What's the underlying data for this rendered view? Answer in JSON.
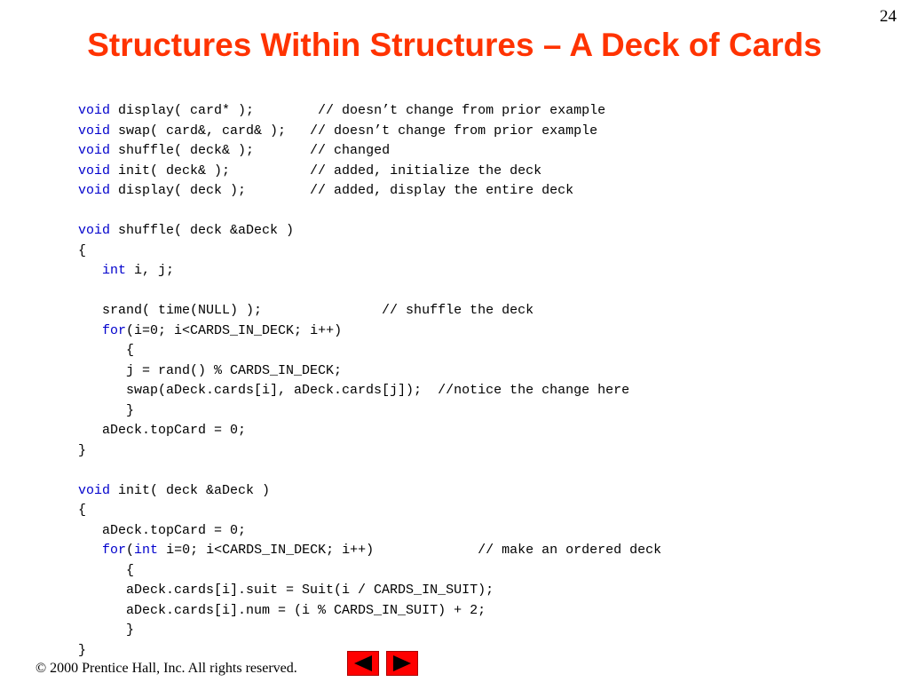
{
  "slide_number": "24",
  "title": "Structures Within Structures – A Deck of Cards",
  "code_lines": [
    [
      {
        "t": "void",
        "k": true
      },
      {
        "t": " display( card* );        // doesn’t change from prior example"
      }
    ],
    [
      {
        "t": "void",
        "k": true
      },
      {
        "t": " swap( card&, card& );   // doesn’t change from prior example"
      }
    ],
    [
      {
        "t": "void",
        "k": true
      },
      {
        "t": " shuffle( deck& );       // changed"
      }
    ],
    [
      {
        "t": "void",
        "k": true
      },
      {
        "t": " init( deck& );          // added, initialize the deck"
      }
    ],
    [
      {
        "t": "void",
        "k": true
      },
      {
        "t": " display( deck );        // added, display the entire deck"
      }
    ],
    [],
    [
      {
        "t": "void",
        "k": true
      },
      {
        "t": " shuffle( deck &aDeck )"
      }
    ],
    [
      {
        "t": "{"
      }
    ],
    [
      {
        "t": "   "
      },
      {
        "t": "int",
        "k": true
      },
      {
        "t": " i, j;"
      }
    ],
    [],
    [
      {
        "t": "   srand( time(NULL) );               // shuffle the deck"
      }
    ],
    [
      {
        "t": "   "
      },
      {
        "t": "for",
        "k": true
      },
      {
        "t": "(i=0; i<CARDS_IN_DECK; i++)"
      }
    ],
    [
      {
        "t": "      {"
      }
    ],
    [
      {
        "t": "      j = rand() % CARDS_IN_DECK;"
      }
    ],
    [
      {
        "t": "      swap(aDeck.cards[i], aDeck.cards[j]);  //notice the change here"
      }
    ],
    [
      {
        "t": "      }"
      }
    ],
    [
      {
        "t": "   aDeck.topCard = 0;"
      }
    ],
    [
      {
        "t": "}"
      }
    ],
    [],
    [
      {
        "t": "void",
        "k": true
      },
      {
        "t": " init( deck &aDeck )"
      }
    ],
    [
      {
        "t": "{"
      }
    ],
    [
      {
        "t": "   aDeck.topCard = 0;"
      }
    ],
    [
      {
        "t": "   "
      },
      {
        "t": "for",
        "k": true
      },
      {
        "t": "("
      },
      {
        "t": "int",
        "k": true
      },
      {
        "t": " i=0; i<CARDS_IN_DECK; i++)             // make an ordered deck"
      }
    ],
    [
      {
        "t": "      {"
      }
    ],
    [
      {
        "t": "      aDeck.cards[i].suit = Suit(i / CARDS_IN_SUIT);"
      }
    ],
    [
      {
        "t": "      aDeck.cards[i].num = (i % CARDS_IN_SUIT) + 2;"
      }
    ],
    [
      {
        "t": "      }"
      }
    ],
    [
      {
        "t": "}"
      }
    ]
  ],
  "footer": "© 2000 Prentice Hall, Inc.  All rights reserved.",
  "nav": {
    "prev_icon": "triangle-left-icon",
    "next_icon": "triangle-right-icon",
    "button_color": "#ff0000"
  },
  "colors": {
    "title": "#ff3300",
    "keyword": "#0000cc",
    "code": "#000000"
  }
}
